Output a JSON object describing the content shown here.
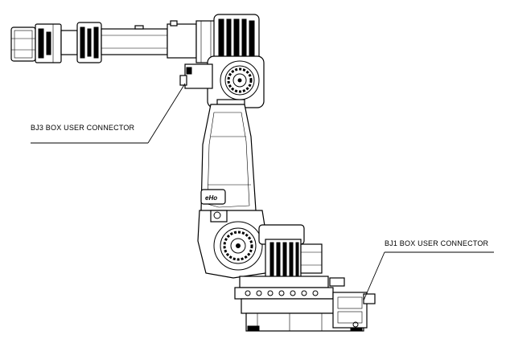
{
  "diagram": {
    "labels": {
      "bj3": "BJ3 BOX USER CONNECTOR",
      "bj1": "BJ1 BOX USER CONNECTOR"
    },
    "marking": "eHo"
  }
}
